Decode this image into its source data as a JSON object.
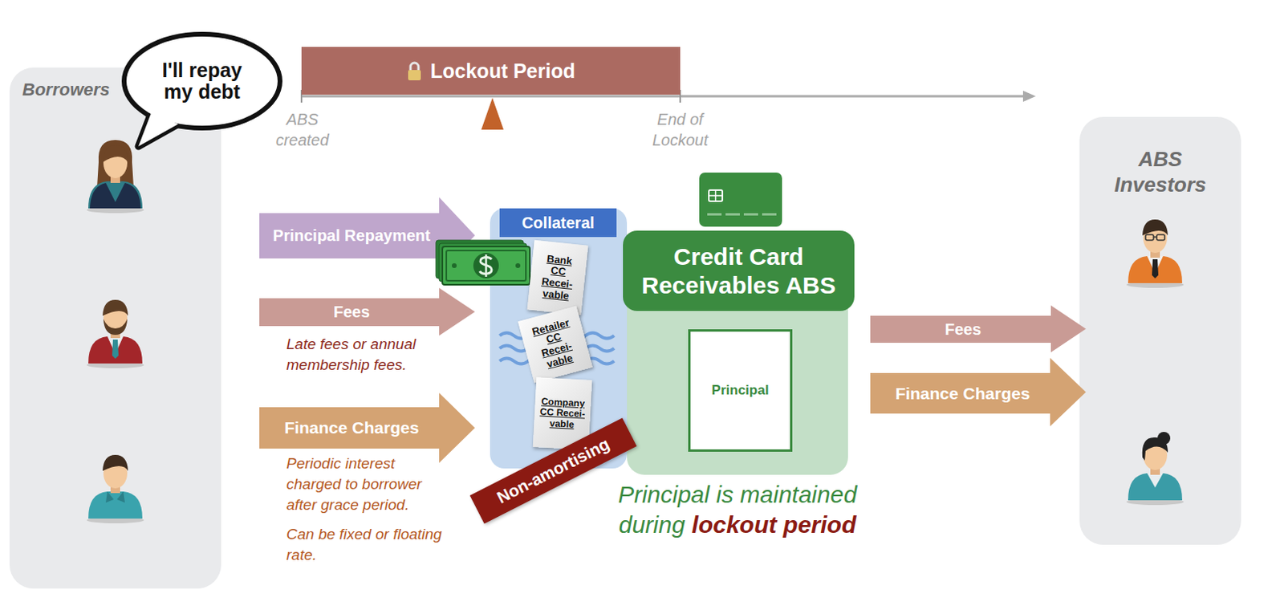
{
  "diagram": {
    "nodes": [
      {
        "text": [
          "Borrowers"
        ]
      },
      {
        "text": [
          "I'll repay my debt"
        ]
      },
      {
        "text": [
          "Lockout Period"
        ]
      },
      {
        "text": [
          "Principal Repayment"
        ]
      },
      {
        "text": [
          "Fees",
          "Late fees or annual membership fees."
        ]
      },
      {
        "text": [
          "Finance Charges",
          "Periodic interest charged to borrower after grace period.",
          "Can be fixed or floating rate."
        ]
      },
      {
        "text": [
          "Collateral"
        ]
      },
      {
        "text": [
          "Bank CC Recei-vable"
        ],
        "in": 6
      },
      {
        "text": [
          "Retailer CC Recei-vable"
        ],
        "in": 6
      },
      {
        "text": [
          "Company CC Recei-vable"
        ],
        "in": 6
      },
      {
        "text": [
          "Non-amortising"
        ]
      },
      {
        "text": [
          "Credit Card Receivables ABS"
        ]
      },
      {
        "text": [
          "Principal"
        ],
        "in": 11
      },
      {
        "text": [
          "Fees"
        ]
      },
      {
        "text": [
          "Finance Charges"
        ]
      },
      {
        "text": [
          "ABS Investors"
        ]
      }
    ],
    "labels": [
      "ABS created",
      "End of Lockout",
      "Principal is maintained during",
      "lockout period"
    ]
  }
}
